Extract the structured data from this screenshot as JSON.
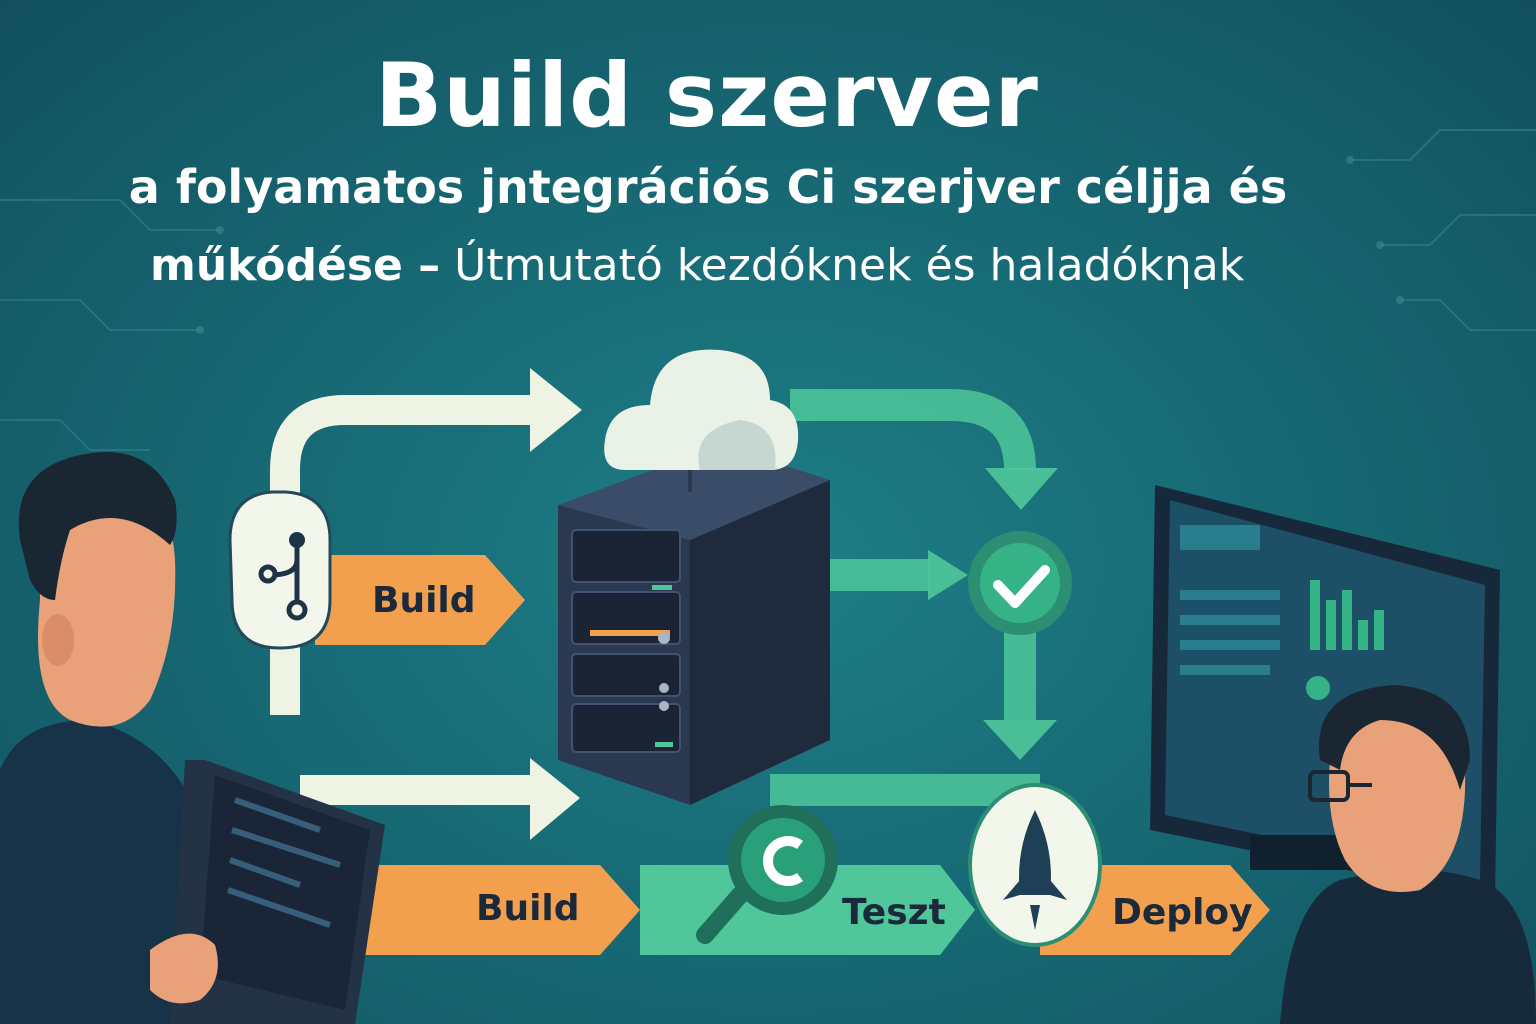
{
  "header": {
    "title": "Build szerver",
    "subtitle_line1": "a folyamatos jntegrációs Ci szerjver céljja és",
    "subtitle_line2_bold": "műkódése –",
    "subtitle_line2_rest": " Útmutató kezdóknek és haladókηak"
  },
  "pipeline": {
    "top_stage_label": "Build",
    "bottom_stages": [
      "Build",
      "Teszt",
      "Deploy"
    ]
  },
  "icons": [
    "git-branch-icon",
    "cloud-icon",
    "server-icon",
    "checkmark-icon",
    "magnifier-icon",
    "rocket-icon",
    "laptop-icon",
    "monitor-icon"
  ],
  "colors": {
    "background": "#176a75",
    "arrow_light": "#eef3e4",
    "arrow_green": "#4fc79a",
    "tag_orange": "#f2a04d",
    "server": "#2e3d55"
  }
}
